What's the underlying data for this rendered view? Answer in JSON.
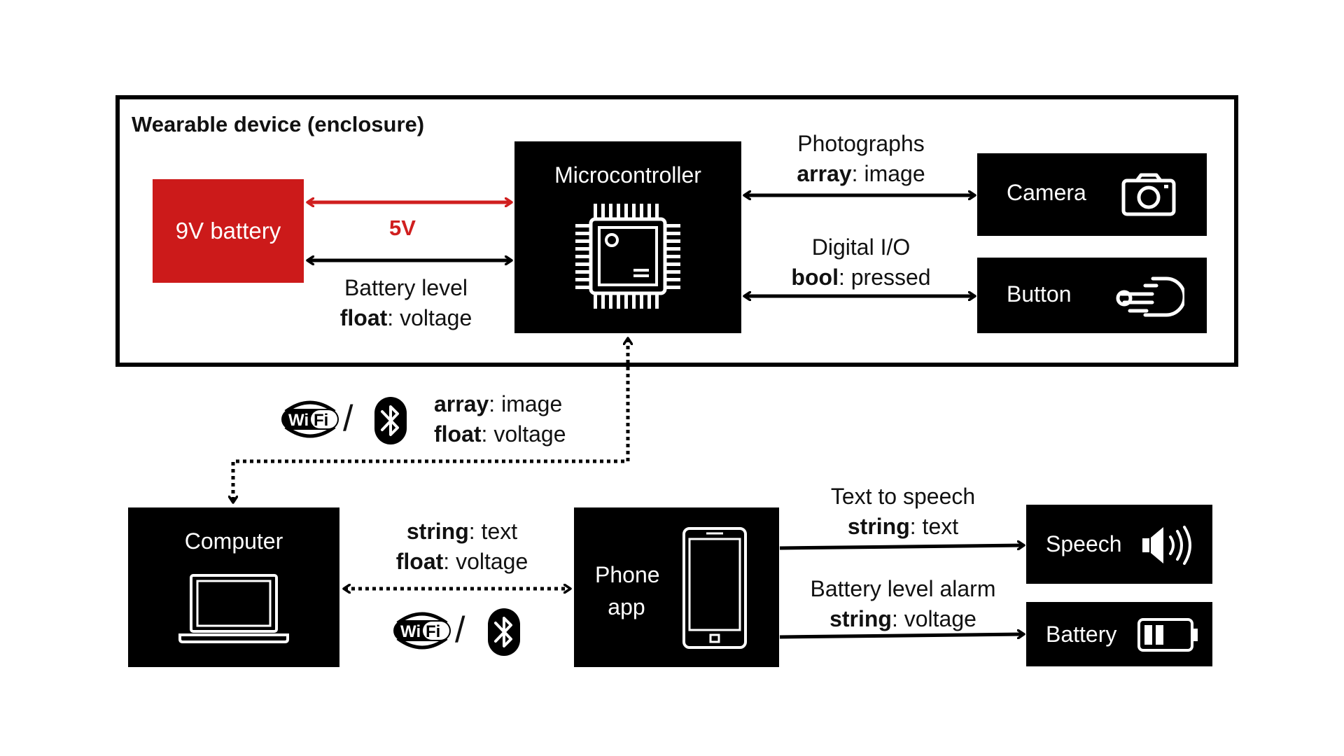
{
  "enclosure": {
    "title": "Wearable device (enclosure)"
  },
  "nodes": {
    "battery": {
      "label": "9V battery",
      "color": "#cc1a1a"
    },
    "microcontroller": {
      "label": "Microcontroller",
      "icon": "chip-icon"
    },
    "camera": {
      "label": "Camera",
      "icon": "camera-icon"
    },
    "button": {
      "label": "Button",
      "icon": "press-button-icon"
    },
    "computer": {
      "label": "Computer",
      "icon": "laptop-icon"
    },
    "phone": {
      "label_line1": "Phone",
      "label_line2": "app",
      "icon": "smartphone-icon"
    },
    "speech": {
      "label": "Speech",
      "icon": "speaker-icon"
    },
    "battery_out": {
      "label": "Battery",
      "icon": "battery-icon"
    }
  },
  "edges": {
    "power": {
      "label": "5V",
      "color": "#d01f1f"
    },
    "battery_level": {
      "title": "Battery level",
      "type": "float",
      "desc": ": voltage"
    },
    "photographs": {
      "title": "Photographs",
      "type": "array",
      "desc": ": image"
    },
    "digital_io": {
      "title": "Digital I/O",
      "type": "bool",
      "desc": ": pressed"
    },
    "wireless_up": {
      "type1": "array",
      "desc1": ": image",
      "type2": "float",
      "desc2": ": voltage",
      "icons": [
        "wifi-icon",
        "bluetooth-icon"
      ],
      "separator": "/"
    },
    "computer_phone": {
      "type1": "string",
      "desc1": ": text",
      "type2": "float",
      "desc2": ": voltage",
      "icons": [
        "wifi-icon",
        "bluetooth-icon"
      ],
      "separator": "/"
    },
    "tts": {
      "title": "Text to speech",
      "type": "string",
      "desc": ": text"
    },
    "alarm": {
      "title": "Battery level alarm",
      "type": "string",
      "desc": ": voltage"
    }
  },
  "wifi_badge": {
    "left": "Wi",
    "right": "Fi"
  }
}
